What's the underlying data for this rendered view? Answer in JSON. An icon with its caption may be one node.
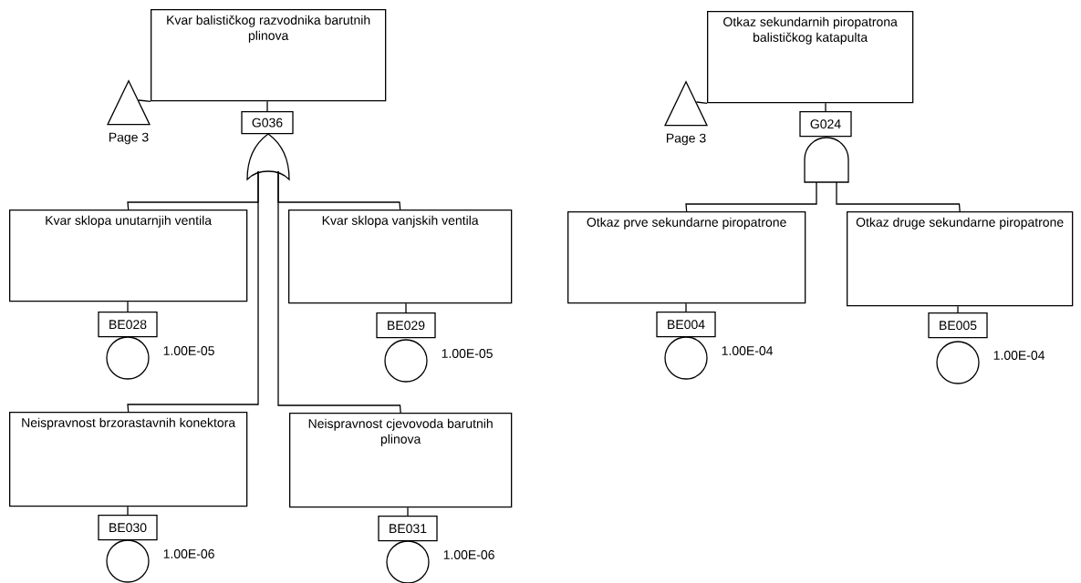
{
  "diagram": {
    "nodes": [
      {
        "text": [
          "Kvar balističkog razvodnika barutnih plinova"
        ]
      },
      {
        "text": [],
        "shape": "triangle",
        "beside": [
          "Page 3"
        ]
      },
      {
        "text": [
          "G036"
        ]
      },
      {
        "text": [],
        "shape": "or-gate"
      },
      {
        "text": [
          "Kvar sklopa unutarnjih ventila"
        ]
      },
      {
        "text": [
          "BE028"
        ]
      },
      {
        "text": [],
        "shape": "circle",
        "beside": [
          "1.00E-05"
        ]
      },
      {
        "text": [
          "Kvar sklopa vanjskih ventila"
        ]
      },
      {
        "text": [
          "BE029"
        ]
      },
      {
        "text": [],
        "shape": "circle",
        "beside": [
          "1.00E-05"
        ]
      },
      {
        "text": [
          "Neispravnost brzorastavnih konektora"
        ]
      },
      {
        "text": [
          "BE030"
        ]
      },
      {
        "text": [],
        "shape": "circle",
        "beside": [
          "1.00E-06"
        ]
      },
      {
        "text": [
          "Neispravnost cjevovoda barutnih plinova"
        ]
      },
      {
        "text": [
          "BE031"
        ]
      },
      {
        "text": [],
        "shape": "circle",
        "beside": [
          "1.00E-06"
        ]
      },
      {
        "text": [
          "Otkaz sekundarnih piropatrona balističkog katapulta"
        ]
      },
      {
        "text": [],
        "shape": "triangle",
        "beside": [
          "Page 3"
        ]
      },
      {
        "text": [
          "G024"
        ]
      },
      {
        "text": [],
        "shape": "and-gate"
      },
      {
        "text": [
          "Otkaz prve sekundarne piropatrone"
        ]
      },
      {
        "text": [
          "BE004"
        ]
      },
      {
        "text": [],
        "shape": "circle",
        "beside": [
          "1.00E-04"
        ]
      },
      {
        "text": [
          "Otkaz druge sekundarne piropatrone"
        ]
      },
      {
        "text": [
          "BE005"
        ]
      },
      {
        "text": [],
        "shape": "circle",
        "beside": [
          "1.00E-04"
        ]
      }
    ],
    "edges": [
      {
        "from": 1,
        "to": 0,
        "arrow": "none"
      },
      {
        "from": 0,
        "to": 2,
        "arrow": "none"
      },
      {
        "from": 3,
        "to": 4,
        "arrow": "none"
      },
      {
        "from": 3,
        "to": 7,
        "arrow": "none"
      },
      {
        "from": 3,
        "to": 10,
        "arrow": "none"
      },
      {
        "from": 3,
        "to": 13,
        "arrow": "none"
      },
      {
        "from": 4,
        "to": 5,
        "arrow": "none"
      },
      {
        "from": 7,
        "to": 8,
        "arrow": "none"
      },
      {
        "from": 10,
        "to": 11,
        "arrow": "none"
      },
      {
        "from": 13,
        "to": 14,
        "arrow": "none"
      },
      {
        "from": 17,
        "to": 16,
        "arrow": "none"
      },
      {
        "from": 16,
        "to": 18,
        "arrow": "none"
      },
      {
        "from": 19,
        "to": 20,
        "arrow": "none"
      },
      {
        "from": 19,
        "to": 23,
        "arrow": "none"
      },
      {
        "from": 20,
        "to": 21,
        "arrow": "none"
      },
      {
        "from": 23,
        "to": 24,
        "arrow": "none"
      }
    ]
  }
}
